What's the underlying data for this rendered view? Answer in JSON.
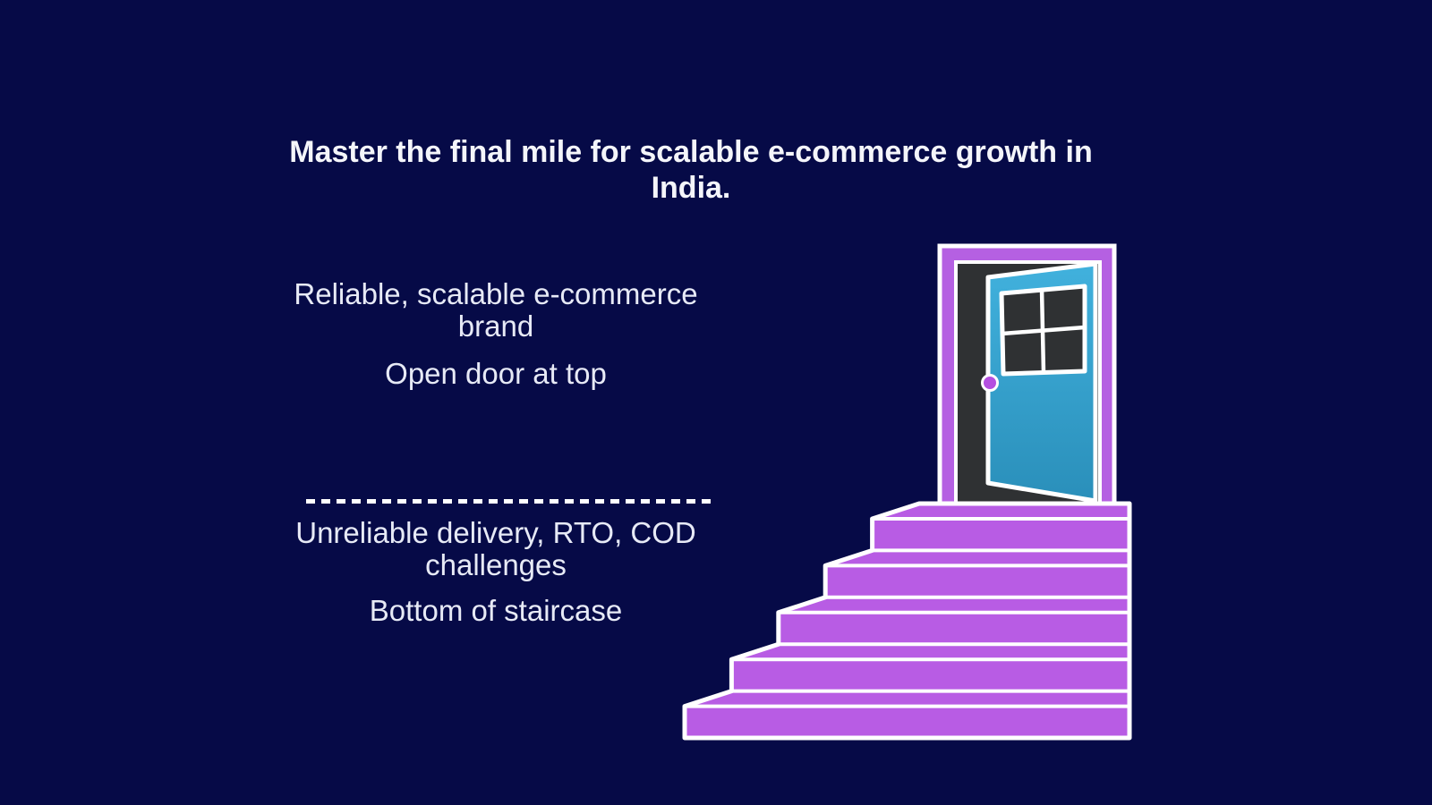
{
  "slide": {
    "title_lines": [
      "Master the final mile for scalable e-commerce growth",
      "in India."
    ],
    "background_color": "#060a47",
    "title_color": "#f4f5fa",
    "body_text_color": "#e7eaf6"
  },
  "stages": {
    "top": {
      "label_lines": [
        "Reliable, scalable e-commerce",
        "brand"
      ],
      "position": "Open door at top"
    },
    "bottom": {
      "label_lines": [
        "Unreliable delivery, RTO, COD",
        "challenges"
      ],
      "position": "Bottom of staircase"
    }
  },
  "divider": {
    "color": "#ffffff"
  },
  "illustration": {
    "colors": {
      "purple": "#b85ce4",
      "door_frame": "#b560e2",
      "door_teal_top": "#41b1dd",
      "door_teal_bottom": "#2a8fba",
      "doorway_dark": "#2f3133",
      "outline": "#ffffff",
      "knob": "#b44fe0"
    }
  }
}
